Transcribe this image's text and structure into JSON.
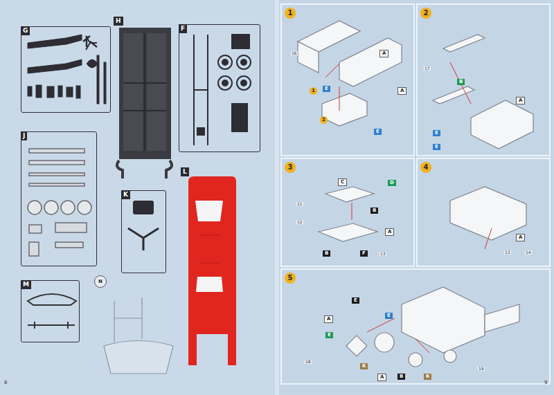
{
  "diagram": {
    "nodes": [
      {
        "text": [
          "G"
        ]
      },
      {
        "text": [
          "H"
        ]
      },
      {
        "text": [
          "F"
        ]
      },
      {
        "text": [
          "J"
        ]
      },
      {
        "text": [
          "K"
        ]
      },
      {
        "text": [
          "L"
        ]
      },
      {
        "text": [
          "M"
        ]
      },
      {
        "text": [
          "N"
        ]
      },
      {
        "text": [
          "1"
        ]
      },
      {
        "text": [
          "2"
        ]
      },
      {
        "text": [
          "3"
        ]
      },
      {
        "text": [
          "4"
        ]
      },
      {
        "text": [
          "5"
        ]
      }
    ],
    "labels": [
      "8",
      "9",
      "A",
      "E",
      "A",
      "1",
      "2",
      "E",
      "16",
      "17",
      "B",
      "A",
      "E",
      "E",
      "C",
      "D",
      "B",
      "A",
      "11",
      "12",
      "B",
      "F",
      "13",
      "A",
      "13",
      "14",
      "E",
      "A",
      "E",
      "K",
      "A",
      "B",
      "K",
      "E",
      "18",
      "19"
    ]
  }
}
